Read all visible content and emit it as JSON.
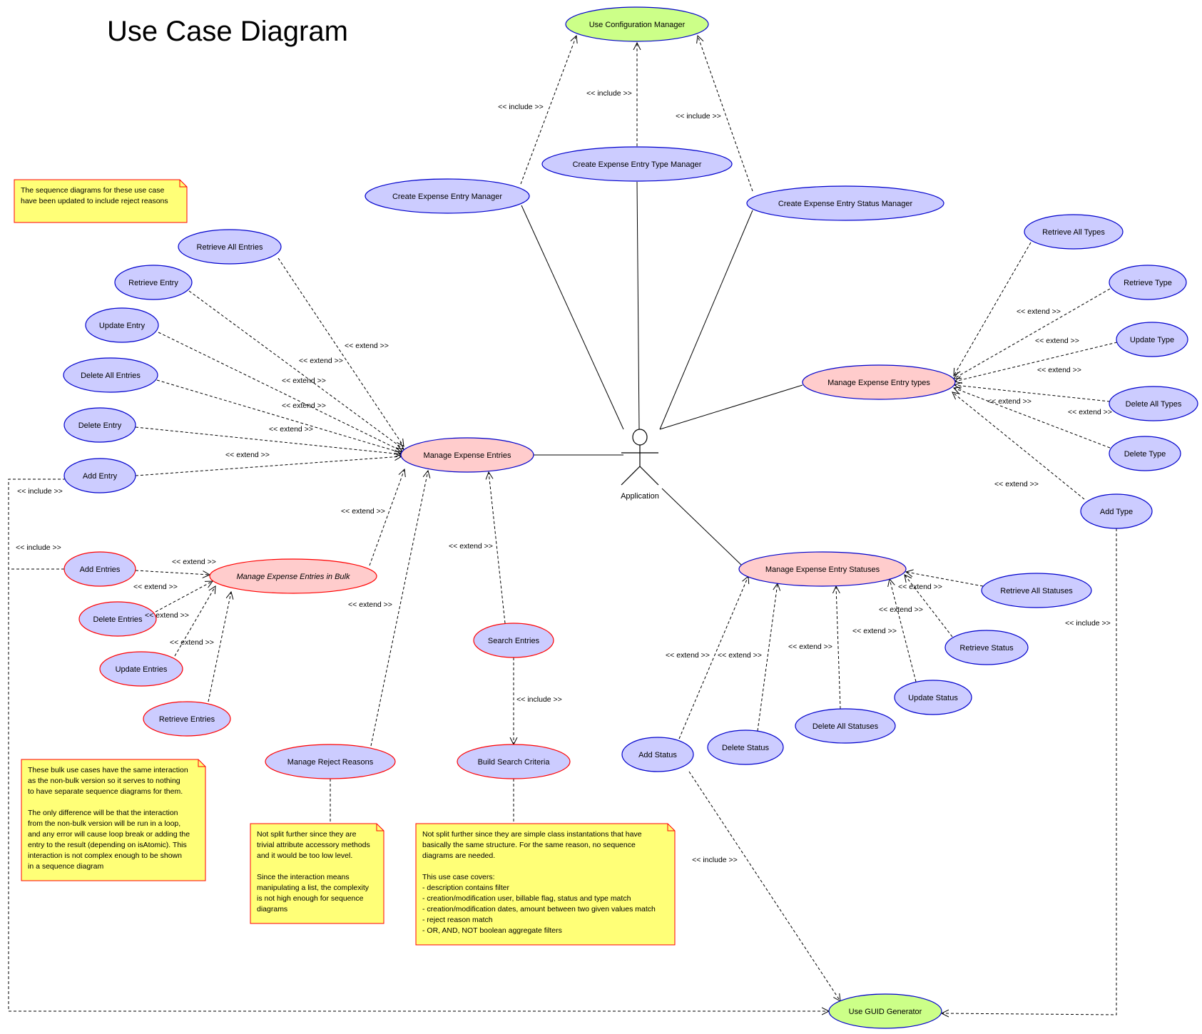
{
  "title": "Use Case Diagram",
  "colors": {
    "blue_fill": "#ccccff",
    "pink_fill": "#ffcccc",
    "green_fill": "#ccff88",
    "blue_border": "#0000cc",
    "red_border": "#ff0000",
    "note_fill": "#ffff77",
    "note_border": "#ff0000",
    "line": "#000000"
  },
  "actor": {
    "label": "Application"
  },
  "use_cases": {
    "use_config_manager": "Use Configuration Manager",
    "create_entry_manager": "Create Expense Entry Manager",
    "create_type_manager": "Create Expense Entry Type Manager",
    "create_status_manager": "Create Expense Entry Status Manager",
    "manage_entries": "Manage Expense Entries",
    "manage_types": "Manage Expense Entry types",
    "manage_statuses": "Manage Expense Entry Statuses",
    "manage_bulk": "Manage Expense Entries in Bulk",
    "retrieve_all_entries": "Retrieve All Entries",
    "retrieve_entry": "Retrieve Entry",
    "update_entry": "Update Entry",
    "delete_all_entries": "Delete All Entries",
    "delete_entry": "Delete Entry",
    "add_entry": "Add Entry",
    "add_entries": "Add Entries",
    "delete_entries": "Delete Entries",
    "update_entries": "Update Entries",
    "retrieve_entries": "Retrieve Entries",
    "manage_reject_reasons": "Manage Reject Reasons",
    "search_entries": "Search Entries",
    "build_search_criteria": "Build Search Criteria",
    "retrieve_all_types": "Retrieve All Types",
    "retrieve_type": "Retrieve Type",
    "update_type": "Update Type",
    "delete_all_types": "Delete All Types",
    "delete_type": "Delete Type",
    "add_type": "Add Type",
    "retrieve_all_statuses": "Retrieve All Statuses",
    "retrieve_status": "Retrieve Status",
    "update_status": "Update Status",
    "delete_all_statuses": "Delete All Statuses",
    "delete_status": "Delete Status",
    "add_status": "Add Status",
    "use_guid_generator": "Use GUID Generator"
  },
  "stereotypes": {
    "include": "<< include >>",
    "extend": "<< extend >>"
  },
  "notes": {
    "sequence_update": "The sequence diagrams for these use case\nhave been updated to include reject reasons",
    "bulk": "These bulk use cases have the same interaction\nas the non-bulk version so it serves to nothing\nto have separate sequence diagrams for them.\n\nThe only difference will be that the interaction\nfrom the non-bulk version will be run in a loop,\nand any error will cause loop break or adding the\nentry to the result (depending on isAtomic). This\ninteraction is not complex enough to be shown\nin a sequence diagram",
    "reject_reasons": "Not split further since they are\ntrivial attribute accessory methods\nand it would be too low level.\n\nSince the interaction means\nmanipulating a list, the complexity\nis not high enough for sequence\ndiagrams",
    "search_criteria": "Not split further since they are simple class instantations that have\nbasically the same structure. For the same reason, no sequence\ndiagrams are needed.\n\nThis use case covers:\n- description contains filter\n- creation/modification user, billable flag, status and type match\n- creation/modification dates, amount between two given values match\n- reject reason match\n- OR, AND, NOT boolean aggregate filters"
  }
}
